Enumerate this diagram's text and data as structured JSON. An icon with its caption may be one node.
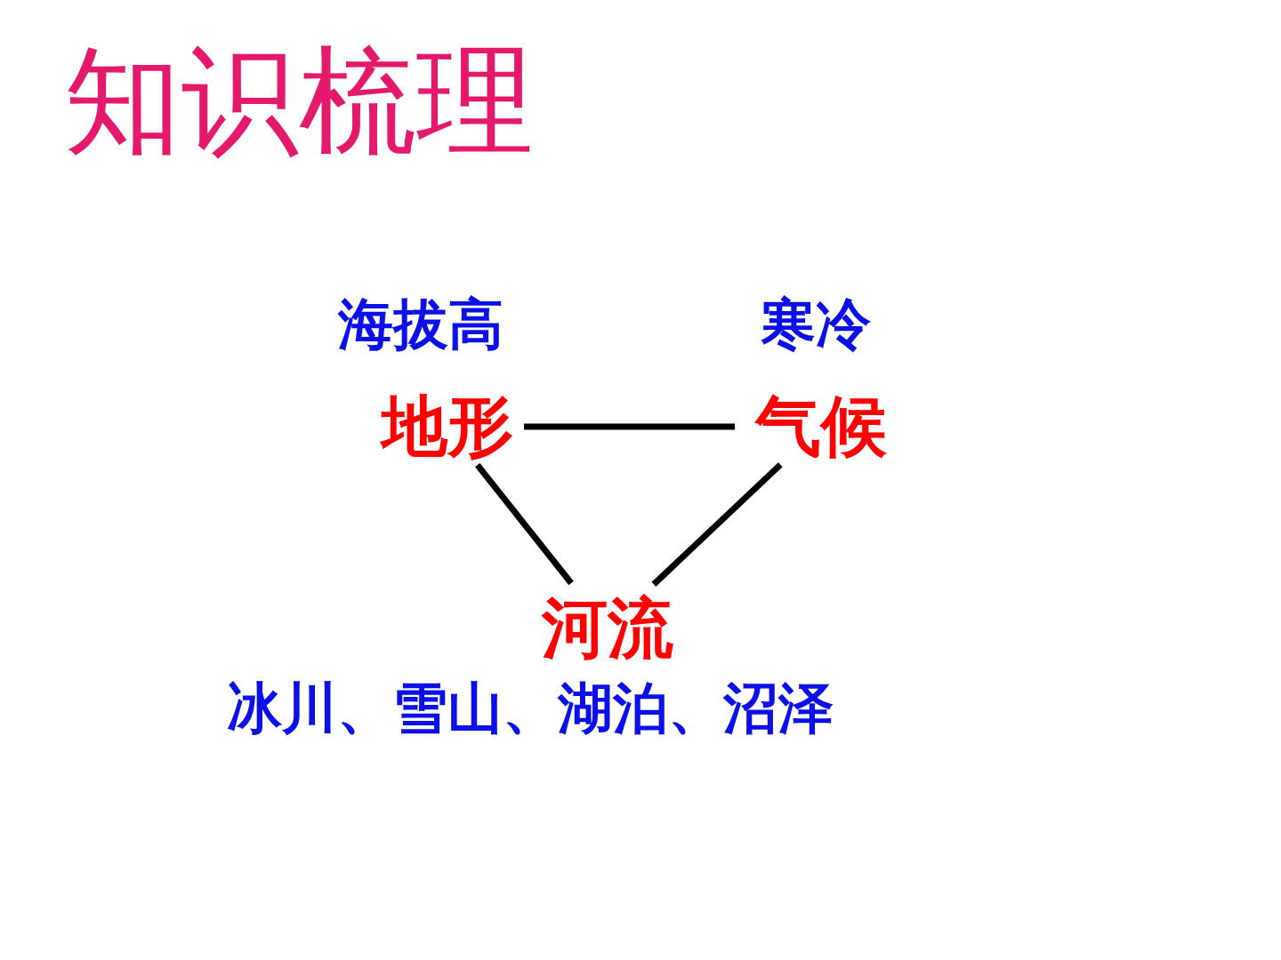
{
  "diagram": {
    "title": "知识梳理",
    "nodes": [
      {
        "text": [
          "地形"
        ],
        "beside": [
          "海拔高"
        ]
      },
      {
        "text": [
          "气候"
        ],
        "beside": [
          "寒冷"
        ]
      },
      {
        "text": [
          "河流"
        ],
        "beside": [
          "冰川、雪山、湖泊、沼泽"
        ]
      }
    ],
    "edges": [
      {
        "from": 0,
        "to": 1,
        "arrow": "none"
      },
      {
        "from": 0,
        "to": 2,
        "arrow": "none"
      },
      {
        "from": 1,
        "to": 2,
        "arrow": "none"
      }
    ]
  }
}
